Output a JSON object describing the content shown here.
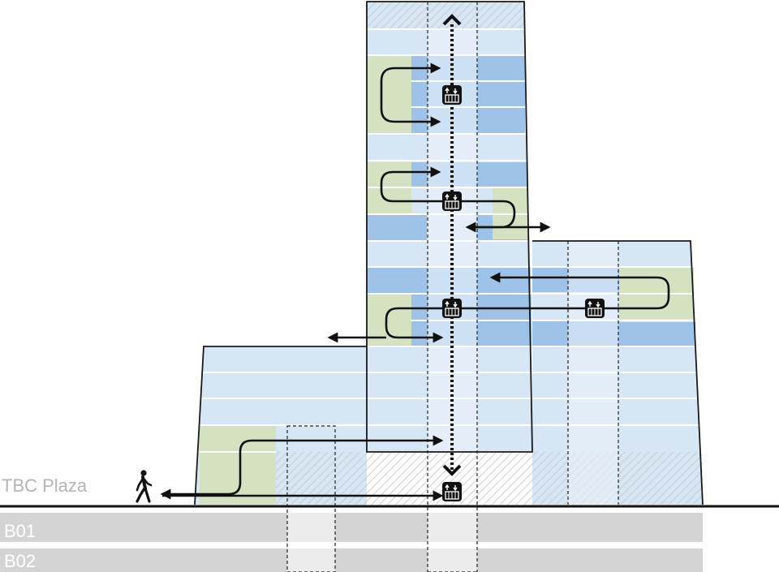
{
  "labels": {
    "plaza": "TBC Plaza",
    "basement_1": "B01",
    "basement_2": "B02"
  },
  "colors": {
    "office_light": "#d6e6f5",
    "office_mid": "#9fc3e8",
    "sky_lobby_green": "#d5e2c2",
    "outline": "#1a1a1a",
    "basement_gray": "#d4d4d4",
    "hatch": "#c8c8c8",
    "core": "#eef3fa"
  },
  "icons": {
    "lift": "elevator-icon",
    "person": "pedestrian-icon"
  }
}
